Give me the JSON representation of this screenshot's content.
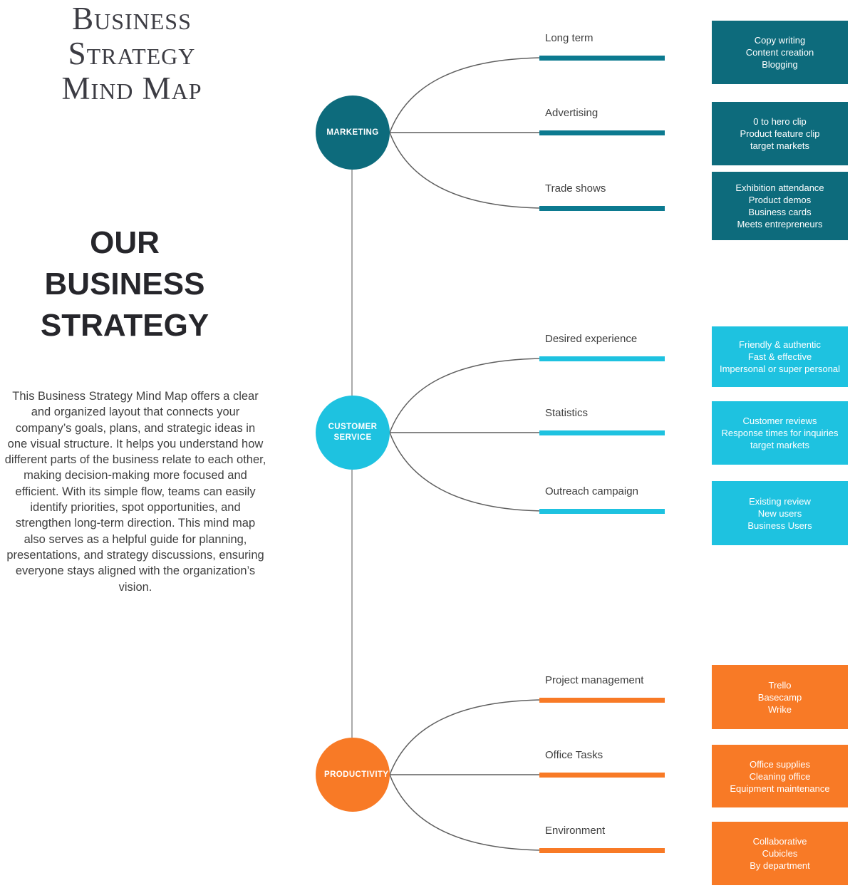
{
  "page": {
    "title": "Business\nStrategy\nMind Map",
    "heading": "OUR\nBUSINESS\nSTRATEGY",
    "description": "This Business Strategy Mind Map offers a clear and organized layout that connects your company’s goals, plans, and strategic ideas in one visual structure. It helps you understand how different parts of the business relate to each other, making decision-making more focused and efficient. With its simple flow, teams can easily identify priorities, spot opportunities, and strengthen long-term direction. This mind map also serves as a helpful guide for planning, presentations, and strategy discussions, ensuring everyone stays aligned with the organization’s vision."
  },
  "colors": {
    "teal": "#0D6B7C",
    "teal_bar": "#0C7A90",
    "cyan": "#1EC2E0",
    "orange": "#F87A26",
    "curve_line": "#5F5F5F",
    "spine_line": "#8D8D8D",
    "label_text": "#3F3F3F"
  },
  "mindmap": {
    "nodes": [
      {
        "label": "MARKETING",
        "circle_color": "#0D6B7C",
        "bar_color": "#0C7A90",
        "box_color": "#0D6B7C",
        "branches": [
          {
            "label": "Long term",
            "items": [
              "Copy writing",
              "Content creation",
              "Blogging"
            ]
          },
          {
            "label": "Advertising",
            "items": [
              "0 to hero clip",
              "Product feature clip",
              "target markets"
            ]
          },
          {
            "label": "Trade shows",
            "items": [
              "Exhibition attendance",
              "Product demos",
              "Business cards",
              "Meets entrepreneurs"
            ]
          }
        ]
      },
      {
        "label": "CUSTOMER SERVICE",
        "circle_color": "#1EC2E0",
        "bar_color": "#1EC2E0",
        "box_color": "#1EC2E0",
        "branches": [
          {
            "label": "Desired experience",
            "items": [
              "Friendly & authentic",
              "Fast & effective",
              "Impersonal or super personal"
            ]
          },
          {
            "label": "Statistics",
            "items": [
              "Customer reviews",
              "Response times for inquiries",
              "target markets"
            ]
          },
          {
            "label": "Outreach campaign",
            "items": [
              "Existing review",
              "New users",
              "Business Users"
            ]
          }
        ]
      },
      {
        "label": "PRODUCTIVITY",
        "circle_color": "#F87A26",
        "bar_color": "#F87A26",
        "box_color": "#F87A26",
        "branches": [
          {
            "label": "Project management",
            "items": [
              "Trello",
              "Basecamp",
              "Wrike"
            ]
          },
          {
            "label": "Office Tasks",
            "items": [
              "Office supplies",
              "Cleaning office",
              "Equipment maintenance"
            ]
          },
          {
            "label": "Environment",
            "items": [
              "Collaborative",
              "Cubicles",
              "By department"
            ]
          }
        ]
      }
    ]
  }
}
